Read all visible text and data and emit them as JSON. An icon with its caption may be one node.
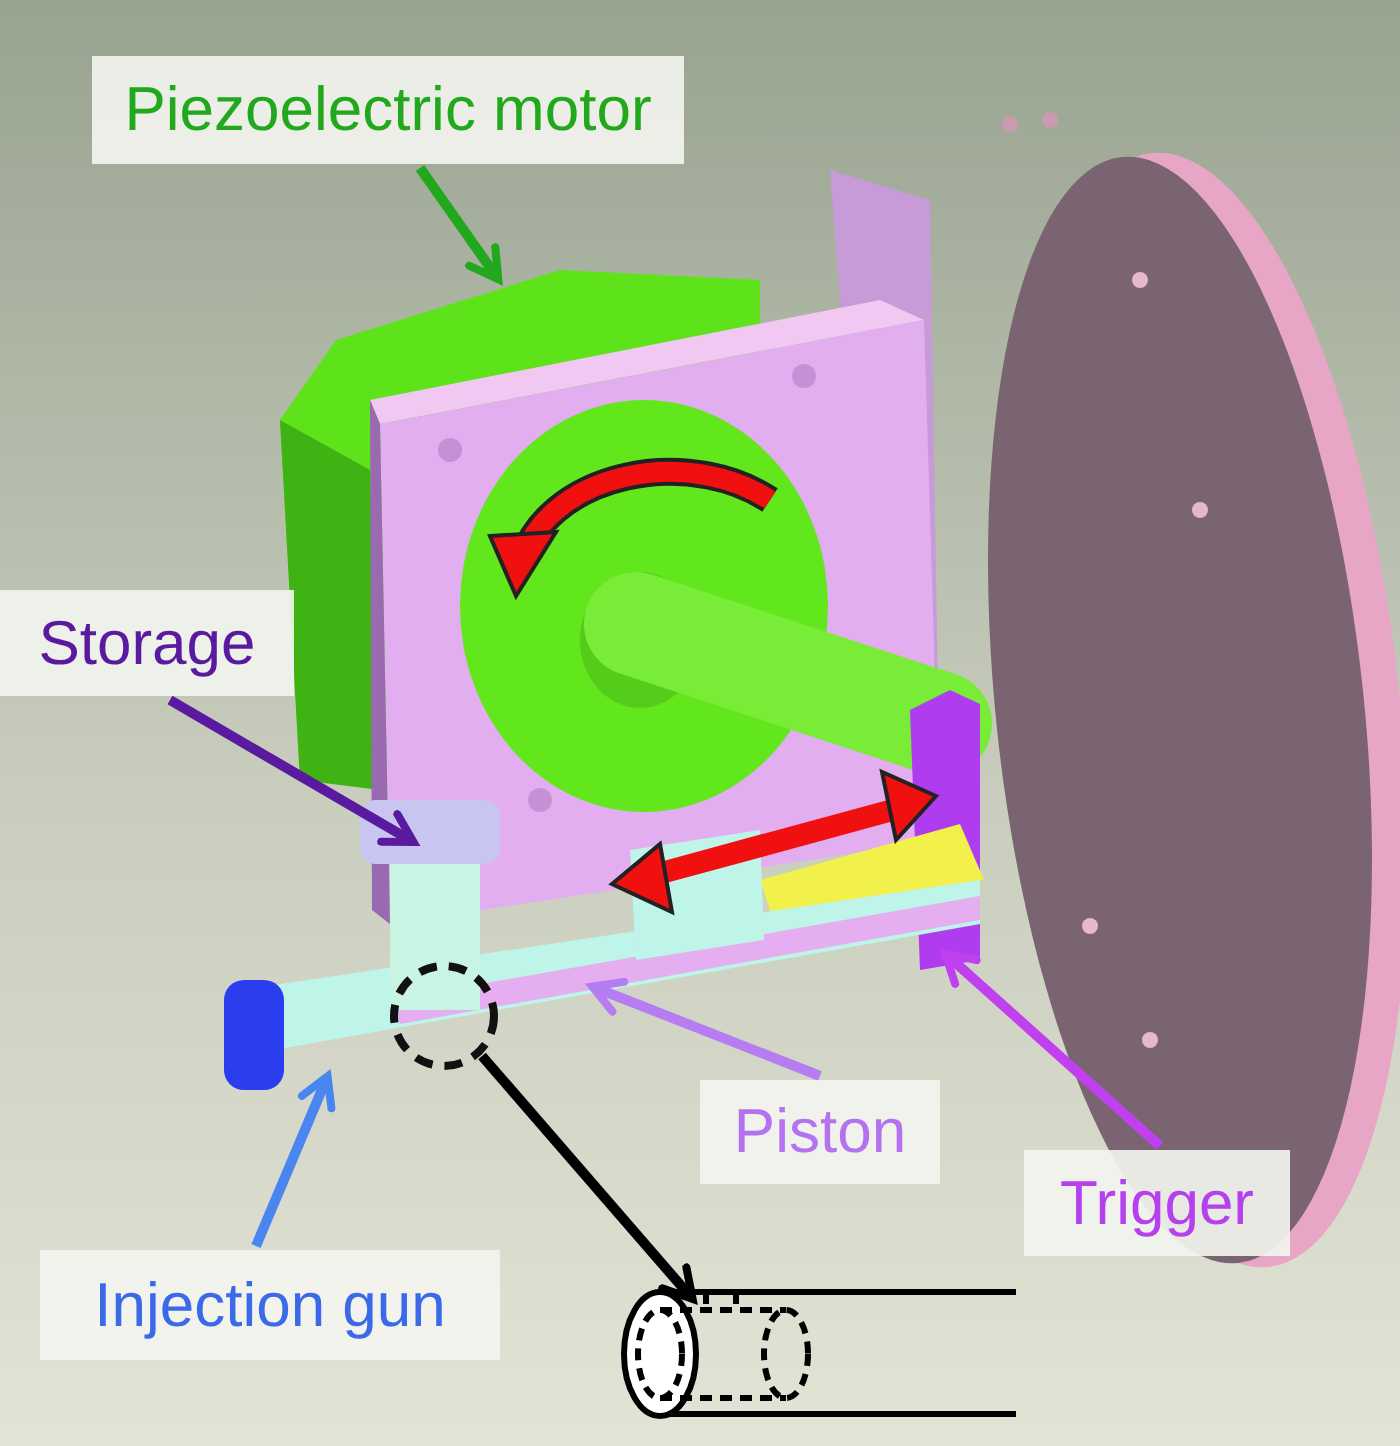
{
  "diagram": {
    "nodes": [
      {
        "text": [
          "Piezoelectric motor"
        ]
      },
      {
        "text": [
          "Storage"
        ]
      },
      {
        "text": [
          "Injection gun"
        ]
      },
      {
        "text": [
          "Piston"
        ]
      },
      {
        "text": [
          "Trigger"
        ]
      },
      {
        "text": [],
        "shape": "circle"
      },
      {
        "text": [],
        "shape": "picture"
      }
    ],
    "edges": [
      {
        "from": 0,
        "to": null,
        "arrow": "to",
        "color": "#22a81c"
      },
      {
        "from": 1,
        "to": null,
        "arrow": "to",
        "color": "#5a1aa0"
      },
      {
        "from": 2,
        "to": null,
        "arrow": "to",
        "color": "#4a86f0"
      },
      {
        "from": 3,
        "to": null,
        "arrow": "to",
        "color": "#b67cf2"
      },
      {
        "from": 4,
        "to": null,
        "arrow": "to",
        "color": "#c040f0"
      },
      {
        "from": 5,
        "to": 6,
        "arrow": "to",
        "color": "#000000"
      }
    ]
  }
}
